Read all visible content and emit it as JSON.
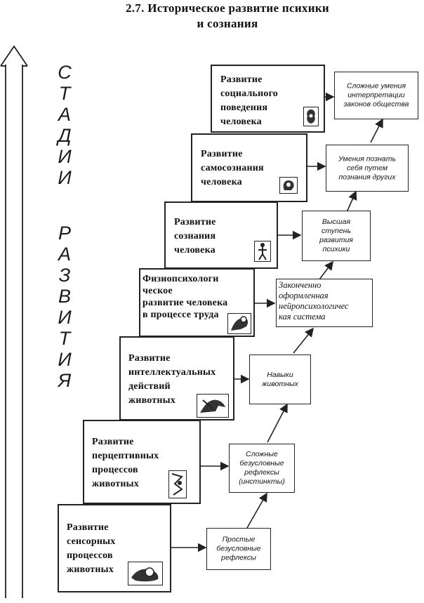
{
  "title": {
    "line1": "2.7. Историческое развитие психики",
    "line2": "и сознания"
  },
  "side_label": {
    "word1": "СТАДИИ",
    "word2": "РАЗВИТИЯ"
  },
  "stages": [
    {
      "label": "Развитие\nсенсорных\nпроцессов\nживотных",
      "icon": "hand-feeling-object-icon"
    },
    {
      "label": "Развитие\nперцептивных\nпроцессов\nживотных",
      "icon": "shapes-perception-icon"
    },
    {
      "label": "Развитие\nинтеллектуальных\nдействий\nживотных",
      "icon": "ape-hand-icon"
    },
    {
      "label": "Физиопсихологи\nческое\nразвитие человека\nв процессе труда",
      "icon": "worker-icon"
    },
    {
      "label": "Развитие\nсознания\nчеловека",
      "icon": "human-figure-icon"
    },
    {
      "label": "Развитие\nсамосознания\nчеловека",
      "icon": "head-profile-icon"
    },
    {
      "label": "Развитие\nсоциального\nповедения\nчеловека",
      "icon": "people-group-icon"
    }
  ],
  "results": [
    "Простые\nбезусловные\nрефлексы",
    "Сложные\nбезусловные\nрефлексы\n(инстинкты)",
    "Навыки\nживотных",
    "Законченно\nоформленная\nнейропсихологичес\nкая система",
    "Высшая\nступень\nразвития\nпсихики",
    "Умения познать\nсебя путем\nпознания других",
    "Сложные умения\nинтерпретации\nзаконов общества"
  ]
}
